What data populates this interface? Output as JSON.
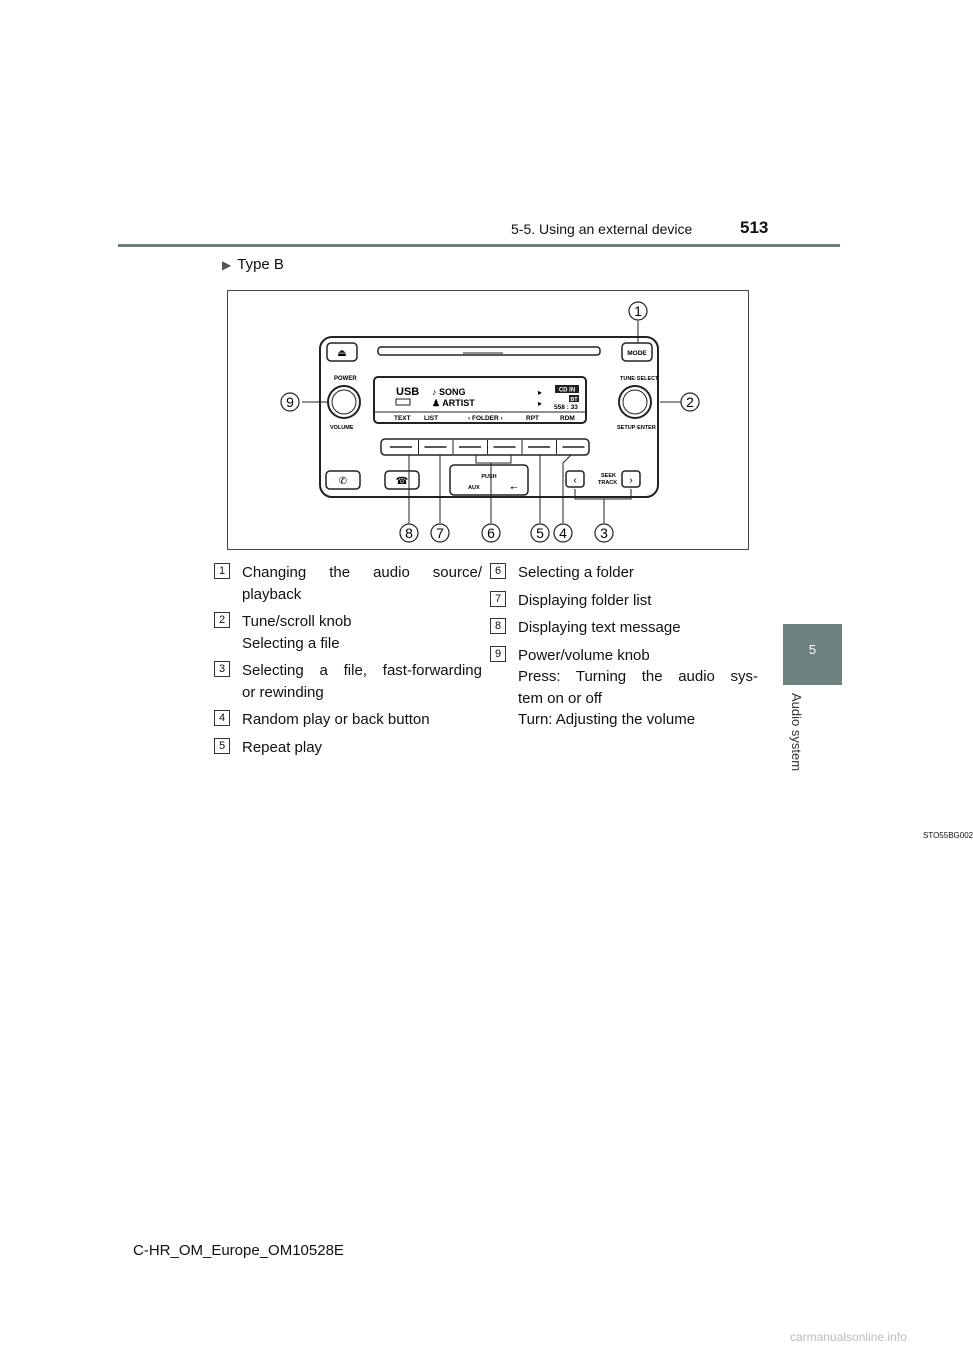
{
  "header": {
    "section": "5-5. Using an external device",
    "page_number": "513"
  },
  "side_tab": {
    "number": "5",
    "label": "Audio system"
  },
  "type_label": "Type B",
  "figure": {
    "code": "STO55BG002",
    "display": {
      "source": "USB",
      "song": "SONG",
      "artist": "ARTIST",
      "cd_in": "CD IN",
      "bt": "BT",
      "time": "558 : 33"
    },
    "softkeys": [
      "TEXT",
      "LIST",
      "FOLDER",
      "RPT",
      "RDM"
    ],
    "labels": {
      "power": "POWER",
      "volume": "VOLUME",
      "tune_select": "TUNE·SELECT",
      "setup_enter": "SETUP·ENTER",
      "mode": "MODE",
      "push": "PUSH",
      "aux": "AUX",
      "seek": "SEEK",
      "track": "TRACK"
    },
    "callouts": [
      "1",
      "2",
      "3",
      "4",
      "5",
      "6",
      "7",
      "8",
      "9"
    ]
  },
  "items_left": [
    {
      "num": "1",
      "line1": "Changing the audio source/",
      "line2": "playback"
    },
    {
      "num": "2",
      "line1": "Tune/scroll knob",
      "line2": "Selecting a file"
    },
    {
      "num": "3",
      "line1": "Selecting a file, fast-forwarding",
      "line2": "or rewinding"
    },
    {
      "num": "4",
      "line1": "Random play or back button"
    },
    {
      "num": "5",
      "line1": "Repeat play"
    }
  ],
  "items_right": [
    {
      "num": "6",
      "line1": "Selecting a folder"
    },
    {
      "num": "7",
      "line1": "Displaying folder list"
    },
    {
      "num": "8",
      "line1": "Displaying text message"
    },
    {
      "num": "9",
      "line1": "Power/volume knob",
      "line2": "Press: Turning the audio sys-",
      "line3": "tem on or off",
      "line4": "Turn: Adjusting the volume"
    }
  ],
  "footer": "C-HR_OM_Europe_OM10528E",
  "watermark": "carmanualsonline.info"
}
